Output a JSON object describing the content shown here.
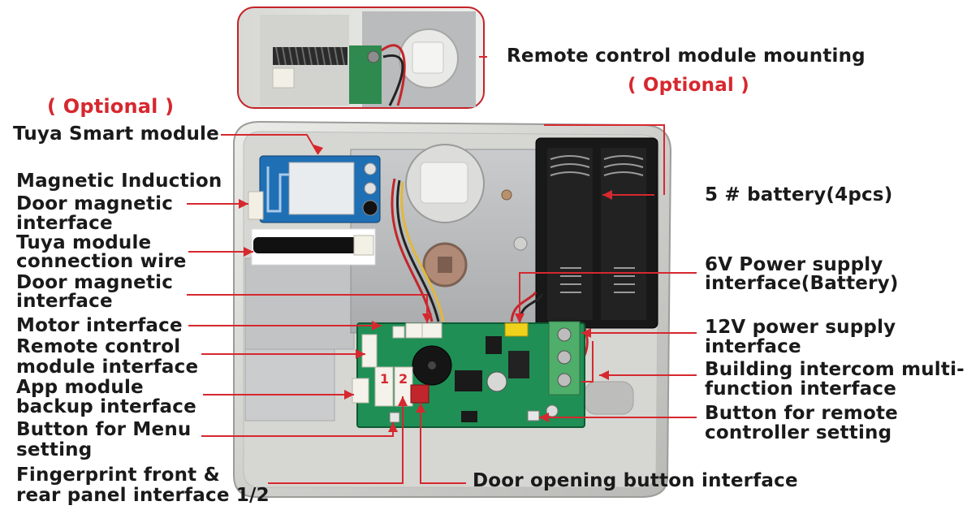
{
  "colors": {
    "leader_line": "#d6282f",
    "label_text": "#1a1a1a",
    "optional_text": "#d6282f",
    "pcb": "#1f8f55",
    "housing": "#d9d9d6"
  },
  "labels": {
    "remote_mount_title": "Remote control module mounting",
    "remote_mount_optional": "( Optional )",
    "tuya_optional": "( Optional )",
    "tuya_module": "Tuya Smart module",
    "magnetic_induction_1": "Magnetic Induction",
    "magnetic_induction_2": "Door magnetic",
    "magnetic_induction_3": "interface",
    "tuya_wire_1": "Tuya module",
    "tuya_wire_2": "connection wire",
    "door_magnetic_1": "Door magnetic",
    "door_magnetic_2": "interface",
    "motor_interface": "Motor interface",
    "remote_interface_1": "Remote control",
    "remote_interface_2": "module interface",
    "app_backup_1": "App module",
    "app_backup_2": "backup interface",
    "menu_button_1": "Button for Menu",
    "menu_button_2": "setting",
    "fingerprint_1": "Fingerprint front &",
    "fingerprint_2": "rear panel interface 1/2",
    "battery": "5 # battery(4pcs)",
    "power_6v_1": "6V Power supply",
    "power_6v_2": "interface(Battery)",
    "power_12v_1": "12V power supply",
    "power_12v_2": "interface",
    "intercom_1": "Building intercom multi-",
    "intercom_2": "function interface",
    "remote_button_1": "Button for remote",
    "remote_button_2": "controller setting",
    "door_open_button": "Door opening button interface"
  },
  "markings": {
    "port_1": "1",
    "port_2": "2"
  }
}
